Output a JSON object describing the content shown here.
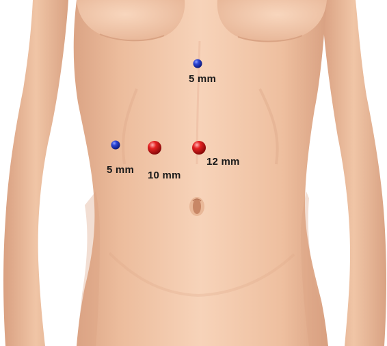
{
  "colors": {
    "skin_light": "#f5cfb4",
    "skin_mid": "#ecbc9c",
    "skin_shadow": "#d9a283",
    "port_small": "#1b2fb8",
    "port_large": "#d61515",
    "label_text": "#1a1a1a"
  },
  "ports": [
    {
      "id": "epigastric",
      "size_label": "5 mm",
      "type": "small"
    },
    {
      "id": "left-lateral",
      "size_label": "5 mm",
      "type": "small"
    },
    {
      "id": "camera",
      "size_label": "10 mm",
      "type": "large"
    },
    {
      "id": "working",
      "size_label": "12 mm",
      "type": "large"
    }
  ],
  "icons": {
    "torso": "female-torso-illustration",
    "navel": "umbilicus"
  }
}
